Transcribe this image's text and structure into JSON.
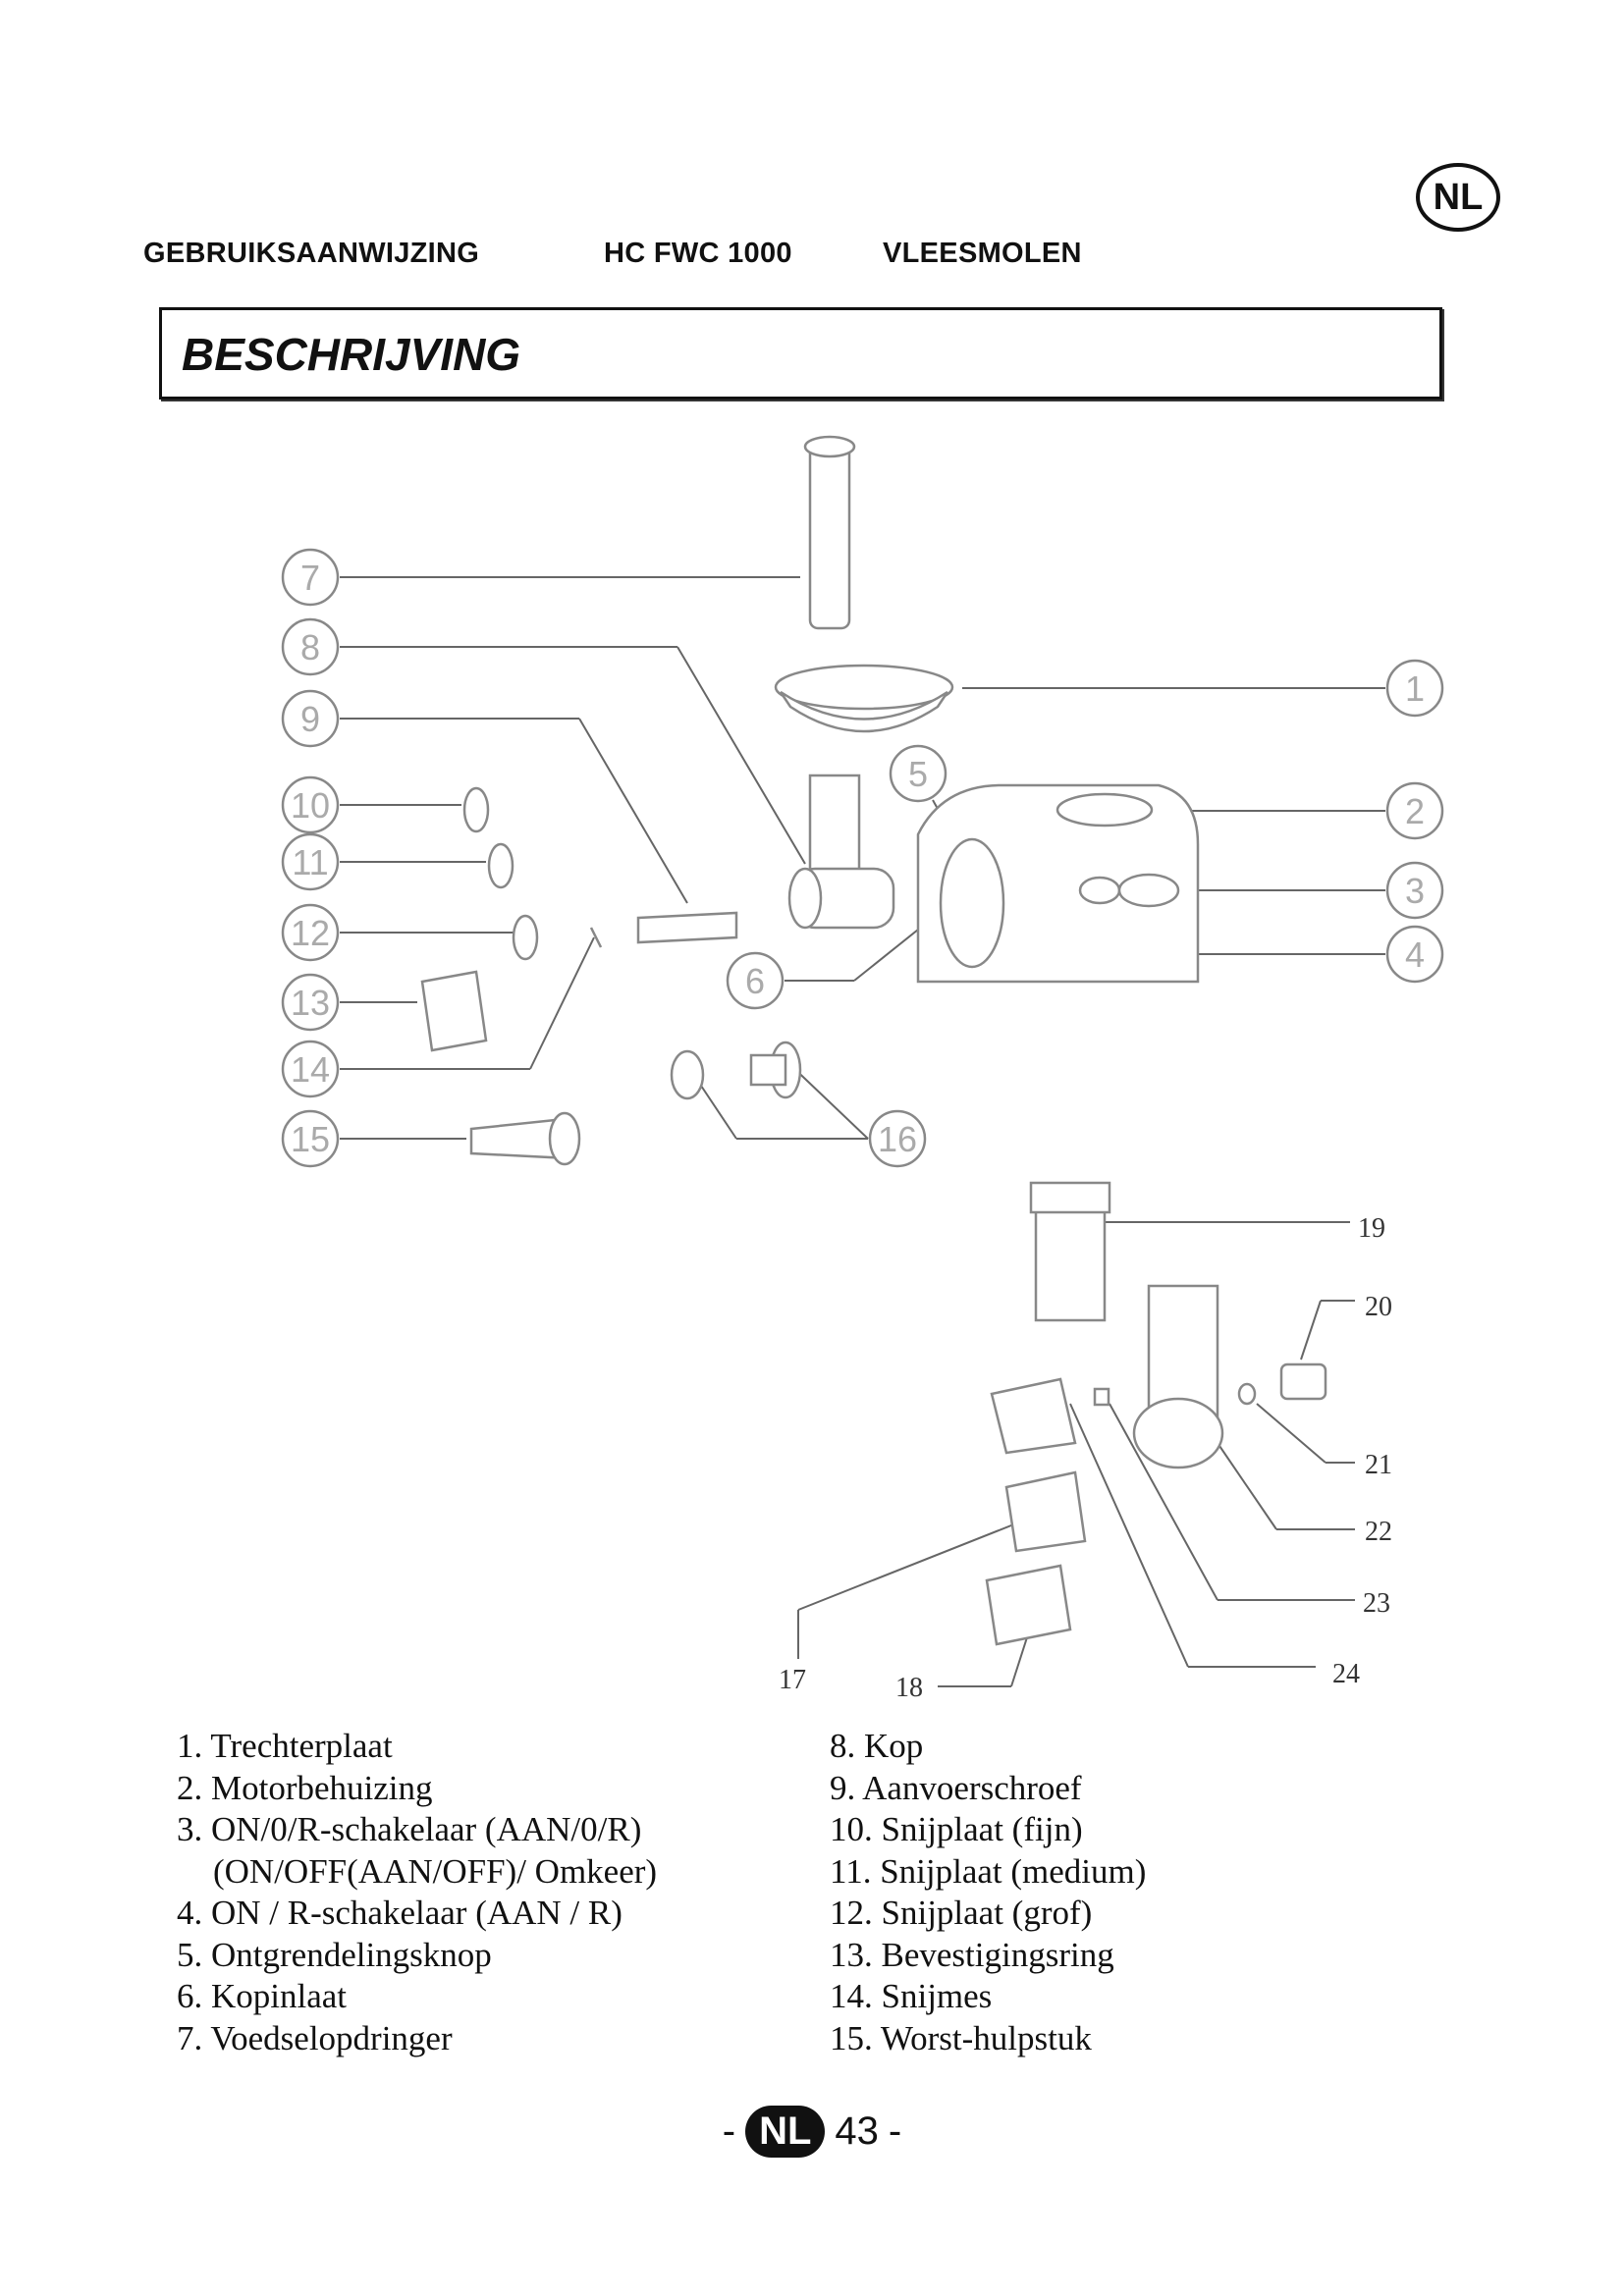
{
  "header": {
    "doc_type": "GEBRUIKSAANWIJZING",
    "model": "HC FWC 1000",
    "product": "VLEESMOLEN",
    "language_badge": "NL"
  },
  "section_title": "BESCHRIJVING",
  "diagram": {
    "callouts_main": [
      "1",
      "2",
      "3",
      "4",
      "5",
      "6",
      "7",
      "8",
      "9",
      "10",
      "11",
      "12",
      "13",
      "14",
      "15",
      "16"
    ],
    "callouts_grater": [
      "17",
      "18",
      "19",
      "20",
      "21",
      "22",
      "23",
      "24"
    ]
  },
  "legend": {
    "left": [
      "1. Trechterplaat",
      "2. Motorbehuizing",
      "3. ON/0/R-schakelaar (AAN/0/R)",
      "(ON/OFF(AAN/OFF)/ Omkeer)",
      "4. ON / R-schakelaar (AAN / R)",
      "5. Ontgrendelingsknop",
      "6. Kopinlaat",
      "7. Voedselopdringer"
    ],
    "right": [
      "8. Kop",
      "9. Aanvoerschroef",
      "10. Snijplaat (fijn)",
      "11. Snijplaat (medium)",
      "12. Snijplaat (grof)",
      "13. Bevestigingsring",
      "14. Snijmes",
      "15. Worst-hulpstuk"
    ]
  },
  "footer": {
    "dash_left": "-",
    "badge": "NL",
    "page_number": "43",
    "dash_right": "-"
  }
}
